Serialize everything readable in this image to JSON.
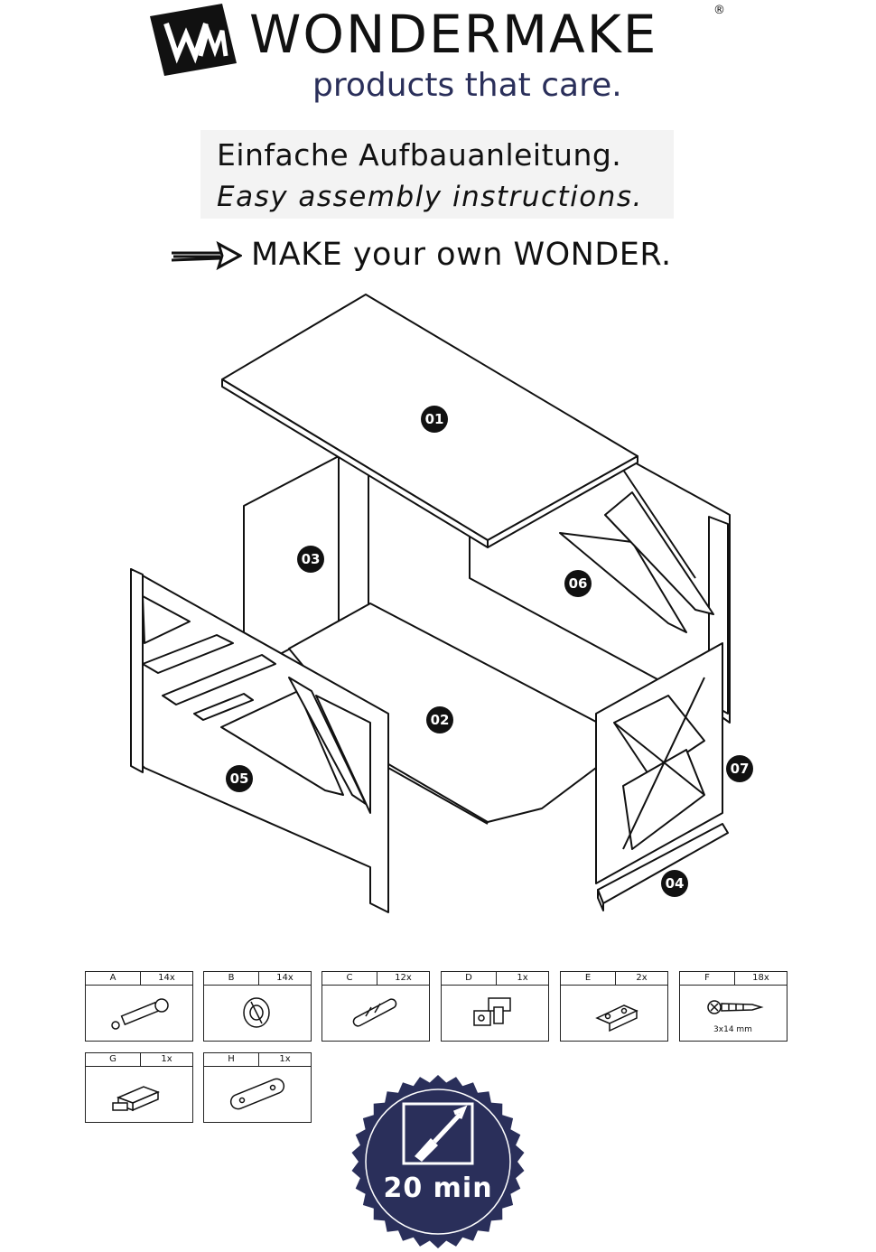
{
  "header": {
    "brand": "WONDERMAKE",
    "registered": "®",
    "tagline": "products that care."
  },
  "instructions": {
    "title_de": "Einfache Aufbauanleitung.",
    "title_en": "Easy assembly instructions."
  },
  "slogan": "MAKE your own WONDER.",
  "panels": [
    "01",
    "02",
    "03",
    "04",
    "05",
    "06",
    "07"
  ],
  "parts": [
    {
      "letter": "A",
      "qty": "14x",
      "icon": "cam-bolt-icon"
    },
    {
      "letter": "B",
      "qty": "14x",
      "icon": "cam-lock-icon"
    },
    {
      "letter": "C",
      "qty": "12x",
      "icon": "wooden-dowel-icon"
    },
    {
      "letter": "D",
      "qty": "1x",
      "icon": "latch-icon"
    },
    {
      "letter": "E",
      "qty": "2x",
      "icon": "hinge-icon"
    },
    {
      "letter": "F",
      "qty": "18x",
      "icon": "screw-icon",
      "note": "3x14 mm"
    },
    {
      "letter": "G",
      "qty": "1x",
      "icon": "magnetic-catch-icon"
    },
    {
      "letter": "H",
      "qty": "1x",
      "icon": "strike-plate-icon"
    }
  ],
  "badge": {
    "time": "20 min",
    "icon": "screwdriver-icon",
    "color": "#2a2f5a"
  }
}
